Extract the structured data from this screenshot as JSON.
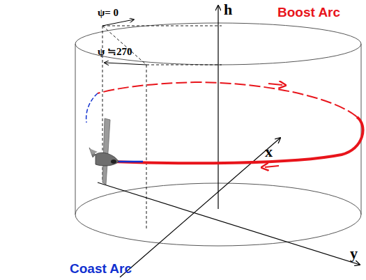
{
  "diagram": {
    "labels": [
      "h",
      "ψ= 0",
      "ψ ≒270",
      "Boost Arc",
      "x",
      "y",
      "Coast Arc"
    ]
  }
}
